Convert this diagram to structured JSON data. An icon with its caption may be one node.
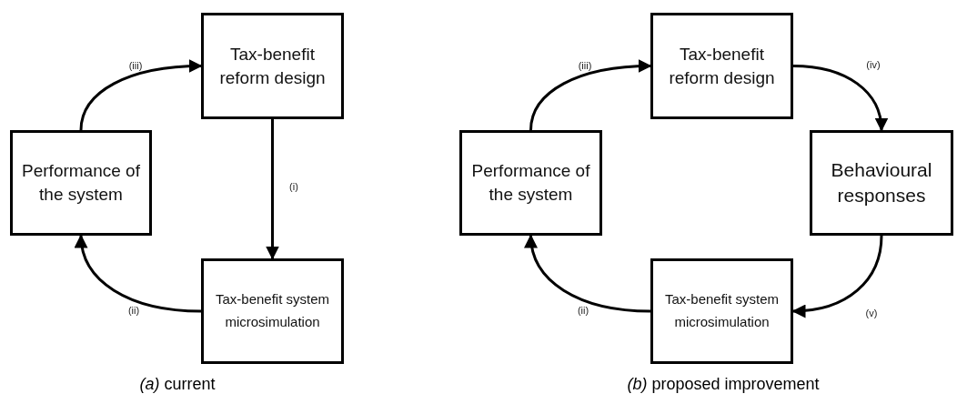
{
  "diagram": {
    "nodes": [
      {
        "text": [
          "Performance of the system"
        ]
      },
      {
        "text": [
          "Tax-benefit reform design"
        ]
      },
      {
        "text": [
          "Tax-benefit system microsimulation"
        ]
      },
      {
        "text": [
          "Performance of the system"
        ]
      },
      {
        "text": [
          "Tax-benefit reform design"
        ]
      },
      {
        "text": [
          "Behavioural responses"
        ]
      },
      {
        "text": [
          "Tax-benefit system microsimulation"
        ]
      }
    ],
    "edges": [
      {
        "from": 1,
        "to": 2,
        "arrow": "to",
        "label": "(i)"
      },
      {
        "from": 2,
        "to": 0,
        "arrow": "to",
        "label": "(ii)"
      },
      {
        "from": 0,
        "to": 1,
        "arrow": "to",
        "label": "(iii)"
      },
      {
        "from": 3,
        "to": 4,
        "arrow": "to",
        "label": "(iii)"
      },
      {
        "from": 4,
        "to": 5,
        "arrow": "to",
        "label": "(iv)"
      },
      {
        "from": 5,
        "to": 6,
        "arrow": "to",
        "label": "(v)"
      },
      {
        "from": 6,
        "to": 3,
        "arrow": "to",
        "label": "(ii)"
      }
    ],
    "labels": [
      "*(a)* current",
      "*(b)* proposed improvement"
    ]
  }
}
